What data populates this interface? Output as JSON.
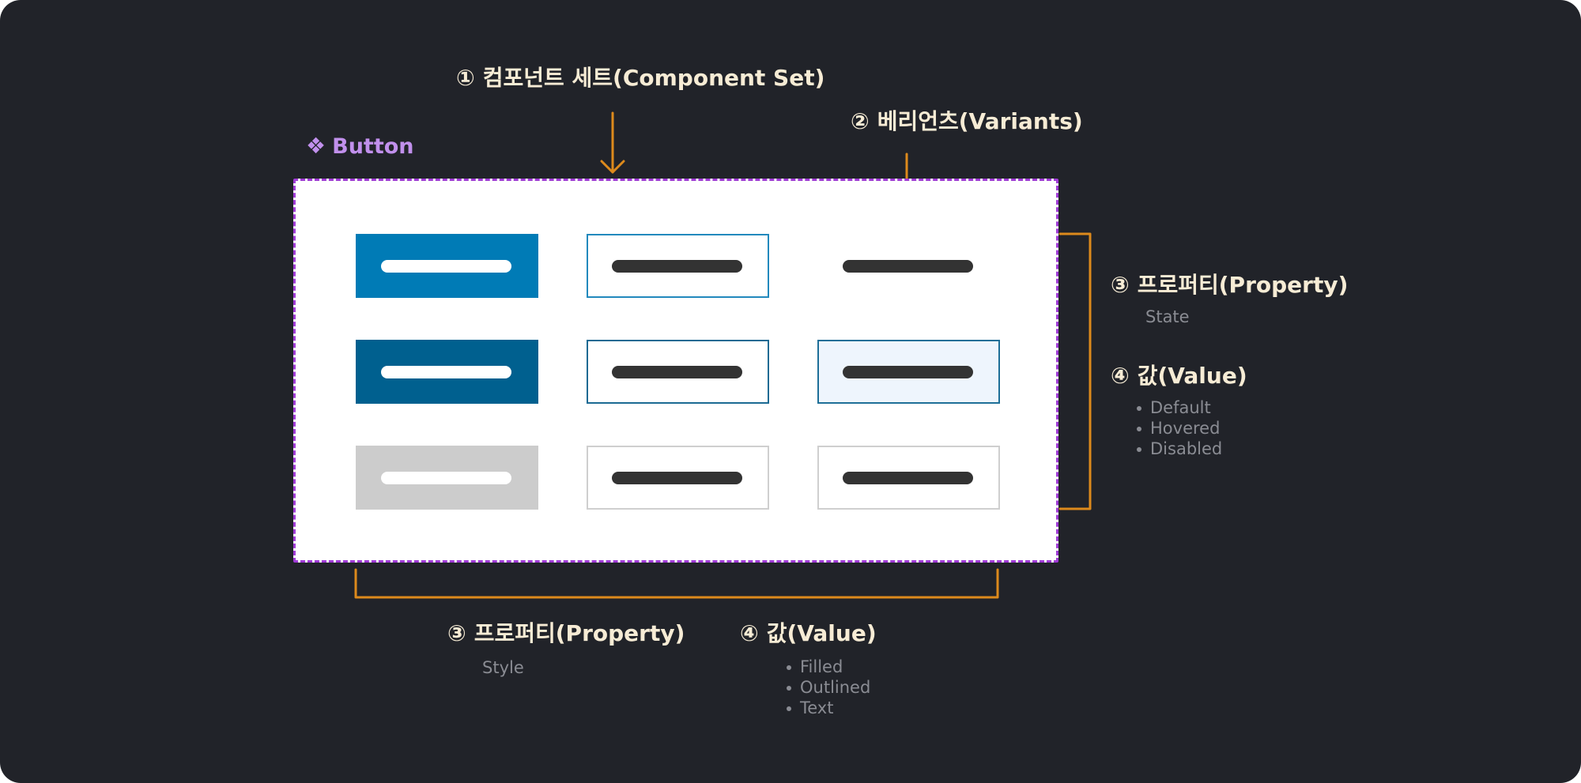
{
  "component_label": {
    "icon": "component-diamond-icon",
    "text": "Button"
  },
  "annotations": {
    "component_set": {
      "number": "①",
      "title": "컴포넌트 세트(Component Set)"
    },
    "variants": {
      "number": "②",
      "title": "베리언츠(Variants)"
    },
    "state_property": {
      "number": "③",
      "title": "프로퍼티(Property)",
      "name": "State"
    },
    "state_value": {
      "number": "④",
      "title": "값(Value)",
      "values": [
        "Default",
        "Hovered",
        "Disabled"
      ]
    },
    "style_property": {
      "number": "③",
      "title": "프로퍼티(Property)",
      "name": "Style"
    },
    "style_value": {
      "number": "④",
      "title": "값(Value)",
      "values": [
        "Filled",
        "Outlined",
        "Text"
      ]
    }
  },
  "colors": {
    "background": "#212329",
    "accent_orange": "#dd8a1c",
    "component_set_border": "#a03bd6",
    "component_label": "#c190ec",
    "heading_text": "#f7ecd5",
    "muted_text": "#8a8c93",
    "filled_default": "#007bb6",
    "filled_hovered": "#00608f",
    "disabled_gray": "#cccccc"
  }
}
